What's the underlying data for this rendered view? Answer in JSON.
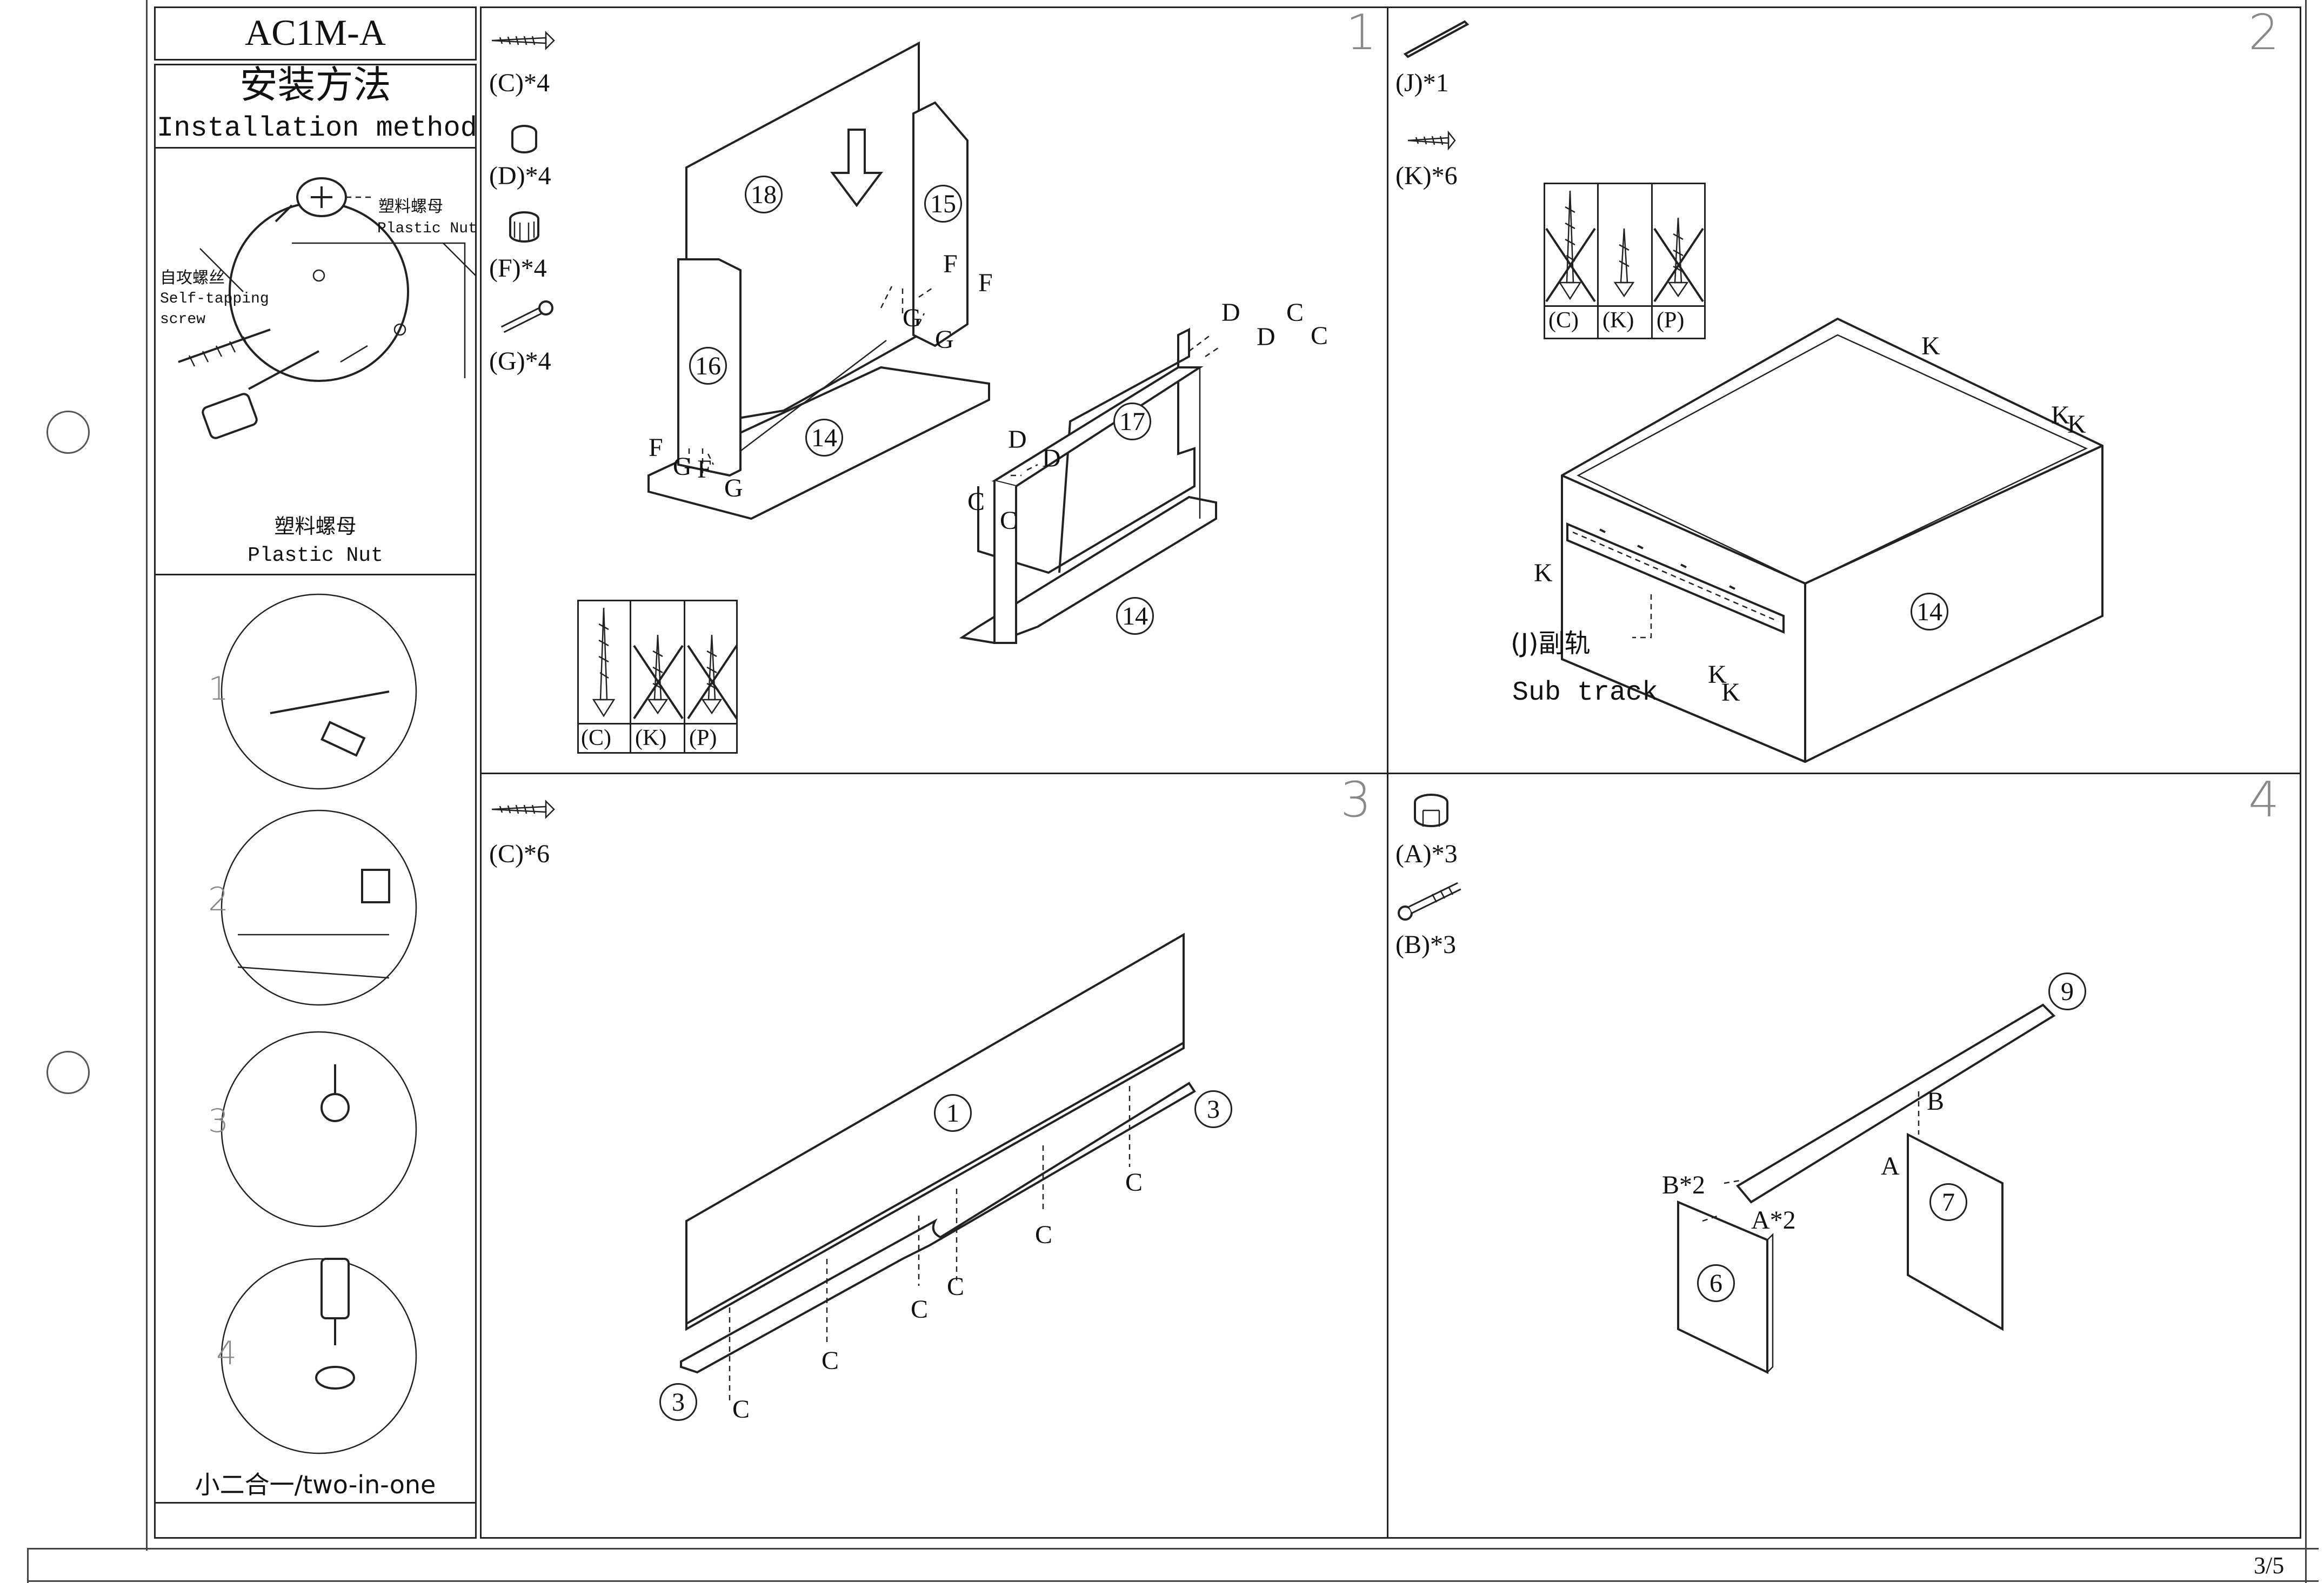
{
  "model": "AC1M-A",
  "method_cn": "安装方法",
  "method_en": "Installation method",
  "side": {
    "plastic_nut_cn_small": "塑料螺母",
    "plastic_nut_en_small": "Plastic Nut",
    "self_tap_cn": "自攻螺丝",
    "self_tap_en1": "Self-tapping",
    "self_tap_en2": "screw",
    "plastic_nut_cn": "塑料螺母",
    "plastic_nut_en": "Plastic Nut",
    "steps": [
      "1",
      "2",
      "3",
      "4"
    ],
    "two_in_one": "小二合一/two-in-one"
  },
  "page_number": "3/5",
  "panels": {
    "p1": {
      "number": "1",
      "parts": [
        "(C)*4",
        "(D)*4",
        "(F)*4",
        "(G)*4"
      ],
      "boards": [
        "18",
        "15",
        "16",
        "14",
        "17",
        "14"
      ],
      "letters": [
        "F",
        "F",
        "G",
        "G",
        "F",
        "G",
        "F",
        "G",
        "D",
        "C",
        "D",
        "C",
        "D",
        "D",
        "C",
        "C"
      ],
      "screw_table": [
        "(C)",
        "(K)",
        "(P)"
      ]
    },
    "p2": {
      "number": "2",
      "parts": [
        "(J)*1",
        "(K)*6"
      ],
      "screw_table": [
        "(C)",
        "(K)",
        "(P)"
      ],
      "board": "14",
      "letters": [
        "K",
        "K",
        "K",
        "K",
        "K",
        "K"
      ],
      "subtrack_cn": "(J)副轨",
      "subtrack_en": "Sub track"
    },
    "p3": {
      "number": "3",
      "parts": [
        "(C)*6"
      ],
      "boards": [
        "1",
        "3",
        "3"
      ],
      "letters": [
        "C",
        "C",
        "C",
        "C",
        "C",
        "C"
      ]
    },
    "p4": {
      "number": "4",
      "parts": [
        "(A)*3",
        "(B)*3"
      ],
      "boards": [
        "9",
        "7",
        "6"
      ],
      "letters": [
        "B",
        "A",
        "B*2",
        "A*2"
      ]
    }
  }
}
